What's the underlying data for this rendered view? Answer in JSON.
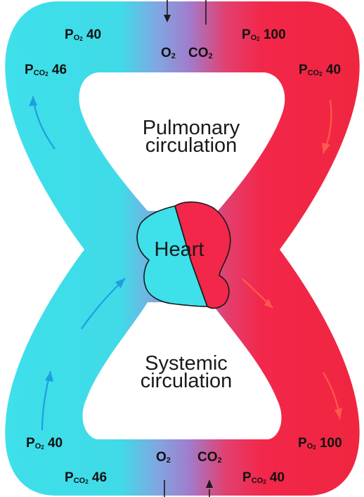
{
  "regions": {
    "pulmonary": {
      "line1": "Pulmonary",
      "line2": "circulation"
    },
    "systemic": {
      "line1": "Systemic",
      "line2": "circulation"
    },
    "heart": "Heart"
  },
  "top": {
    "left_po2": {
      "p": "P",
      "sub": "O",
      "sub2": "2",
      "value": "40"
    },
    "left_pco2": {
      "p": "P",
      "sub": "CO",
      "sub2": "2",
      "value": "46"
    },
    "right_po2": {
      "p": "P",
      "sub": "O",
      "sub2": "2",
      "value": "100"
    },
    "right_pco2": {
      "p": "P",
      "sub": "CO",
      "sub2": "2",
      "value": "40"
    },
    "gas_in": {
      "base": "O",
      "sub": "2"
    },
    "gas_out": {
      "base": "CO",
      "sub": "2"
    }
  },
  "bottom": {
    "left_po2": {
      "p": "P",
      "sub": "O",
      "sub2": "2",
      "value": "40"
    },
    "left_pco2": {
      "p": "P",
      "sub": "CO",
      "sub2": "2",
      "value": "46"
    },
    "right_po2": {
      "p": "P",
      "sub": "O",
      "sub2": "2",
      "value": "100"
    },
    "right_pco2": {
      "p": "P",
      "sub": "CO",
      "sub2": "2",
      "value": "40"
    },
    "gas_out": {
      "base": "O",
      "sub": "2"
    },
    "gas_in": {
      "base": "CO",
      "sub": "2"
    }
  },
  "colors": {
    "deoxygenated": "#3ee0ea",
    "oxygenated": "#f2274a",
    "exchange": "#8a7ed6",
    "arrow_blue": "#1e9ee0",
    "arrow_red": "#ff5a4a"
  }
}
